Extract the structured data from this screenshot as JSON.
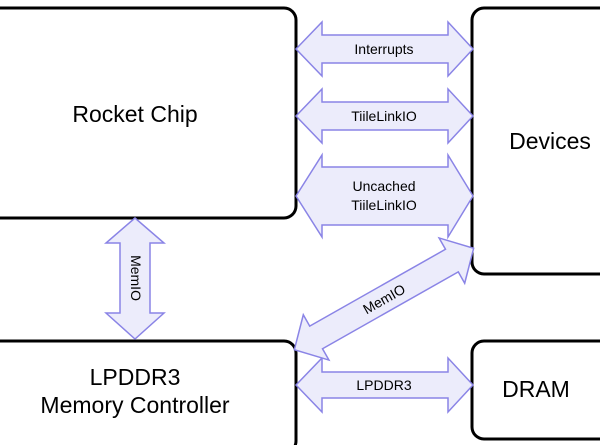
{
  "blocks": {
    "rocket_chip": "Rocket Chip",
    "devices": "Devices",
    "memory_controller_line1": "LPDDR3",
    "memory_controller_line2": "Memory Controller",
    "dram": "DRAM"
  },
  "links": {
    "interrupts": "Interrupts",
    "tilelink_io": "TiileLinkIO",
    "uncached_line1": "Uncached",
    "uncached_line2": "TiileLinkIO",
    "memio_vertical": "MemIO",
    "memio_diagonal": "MemIO",
    "lpddr3": "LPDDR3"
  },
  "colors": {
    "arrow_fill": "#ececfb",
    "arrow_stroke": "#8a84e6",
    "box_stroke": "#000000"
  }
}
